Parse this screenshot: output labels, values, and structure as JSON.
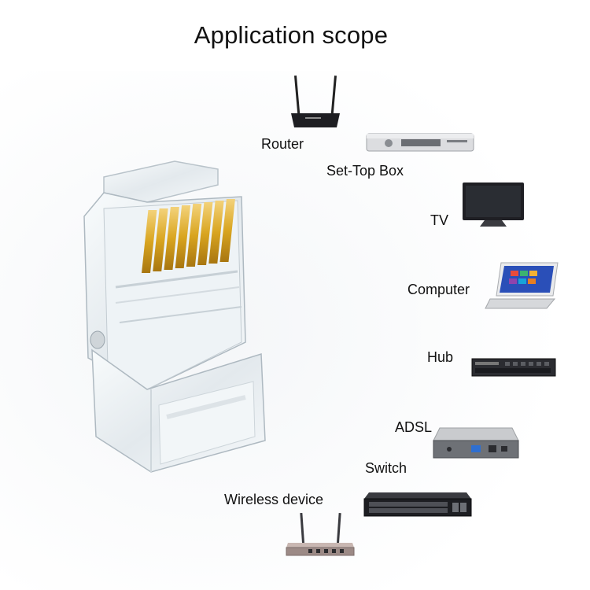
{
  "title": "Application scope",
  "devices": [
    {
      "label": "Router",
      "icon": "router-icon"
    },
    {
      "label": "Set-Top Box",
      "icon": "set-top-box-icon"
    },
    {
      "label": "TV",
      "icon": "tv-icon"
    },
    {
      "label": "Computer",
      "icon": "laptop-icon"
    },
    {
      "label": "Hub",
      "icon": "hub-icon"
    },
    {
      "label": "ADSL",
      "icon": "adsl-modem-icon"
    },
    {
      "label": "Switch",
      "icon": "network-switch-icon"
    },
    {
      "label": "Wireless device",
      "icon": "wireless-router-icon"
    }
  ],
  "colors": {
    "text": "#111111",
    "gold_pins": "#d9a520",
    "plug_clear": "#eef3f6",
    "device_dark": "#1f1f24"
  }
}
